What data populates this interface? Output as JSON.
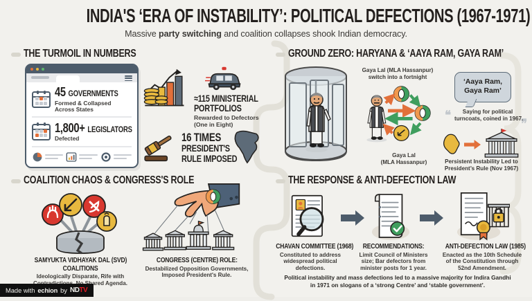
{
  "header": {
    "title": "INDIA'S ‘ERA OF INSTABILITY’: POLITICAL DEFECTIONS (1967-1971)",
    "subtitle_before": "Massive ",
    "subtitle_bold": "party switching",
    "subtitle_after": " and coalition collapses shook Indian democracy."
  },
  "sections": {
    "turmoil": {
      "heading": "THE TURMOIL IN NUMBERS"
    },
    "ground_zero": {
      "heading": "GROUND ZERO: HARYANA & ‘AAYA RAM, GAYA RAM’"
    },
    "coalition": {
      "heading": "COALITION CHAOS & CONGRESS'S ROLE"
    },
    "response": {
      "heading": "THE RESPONSE & ANTI-DEFECTION LAW"
    }
  },
  "browser_card": {
    "stats": [
      {
        "number": "45",
        "unit": "GOVERNMENTS",
        "detail_line1": "Formed & Collapsed",
        "detail_line2": "Across States"
      },
      {
        "number": "1,800+",
        "unit": "LEGISLATORS",
        "detail_line1": "Defected",
        "detail_line2": ""
      }
    ]
  },
  "turmoil_figures": [
    {
      "title": "≈115 MINISTERIAL",
      "title2": "PORTFOLIOS",
      "sub_line1": "Rewarded to Defectors",
      "sub_line2": "(One in Eight)",
      "icon": "police-car-icon"
    },
    {
      "title": "16 TIMES",
      "title2": "PRESIDENT'S",
      "title3": "RULE IMPOSED",
      "icon": "gavel-icon"
    }
  ],
  "ground_zero": {
    "door_caption": "",
    "switch_label_line1": "Gaya Lal (MLA Hassanpur)",
    "switch_label_line2": "switch into a fortnight",
    "person_label_line1": "Gaya Lal",
    "person_label_line2": "(MLA Hassanpur)",
    "bubble_line1": "‘Aaya Ram,",
    "bubble_line2": "Gaya Ram’",
    "quote_line1": "Saying for political",
    "quote_line2": "turncoats, coined in 1967.",
    "presidents_rule_line1": "Persistent Instability Led to",
    "presidents_rule_line2": "President’s Rule (Nov 1967)"
  },
  "coalition": {
    "svd": {
      "title_line1": "SAMYUKTA VIDHAYAK DAL (SVD)",
      "title_line2": "COALITIONS",
      "body_line1": "Ideologically Disparate, Rife with",
      "body_line2": "Contradictions. No Shared Agenda."
    },
    "congress": {
      "title": "CONGRESS (CENTRE) ROLE:",
      "body_line1": "Destabilized Opposition Governments,",
      "body_line2": "Imposed President's Rule."
    }
  },
  "response_steps": [
    {
      "title": "CHAVAN COMMITTEE (1968)",
      "body_line1": "Constituted to address",
      "body_line2": "widespread political",
      "body_line3": "defections.",
      "icon": "document-magnifier-icon"
    },
    {
      "title": "RECOMMENDATIONS:",
      "body_line1": "Limit Council of Ministers",
      "body_line2": "size; Bar defectors from",
      "body_line3": "minister posts for 1 year.",
      "icon": "document-check-icon"
    },
    {
      "title": "ANTI-DEFECTION LAW (1985)",
      "body_line1": "Enacted as the 10th Schedule",
      "body_line2": "of the Constitution through",
      "body_line3": "52nd Amendment.",
      "icon": "document-seal-lock-icon"
    }
  ],
  "conclusion": {
    "line1": "Political instability and mass defections led to a massive majority for Indira Gandhi",
    "line2": "in 1971 on slogans of a ‘strong Centre’ and ‘stable government’."
  },
  "footer": {
    "made_with": "Made with",
    "tool": "echion",
    "by": "by",
    "publisher_a": "ND",
    "publisher_b": "TV"
  },
  "colors": {
    "background": "#f2f1ed",
    "ink": "#231f1d",
    "slate": "#4d5c6b",
    "orange": "#e2703a",
    "green": "#3f9e5e",
    "gold": "#e8b93f",
    "red": "#d8382f",
    "decor": "#e2e0d8"
  }
}
